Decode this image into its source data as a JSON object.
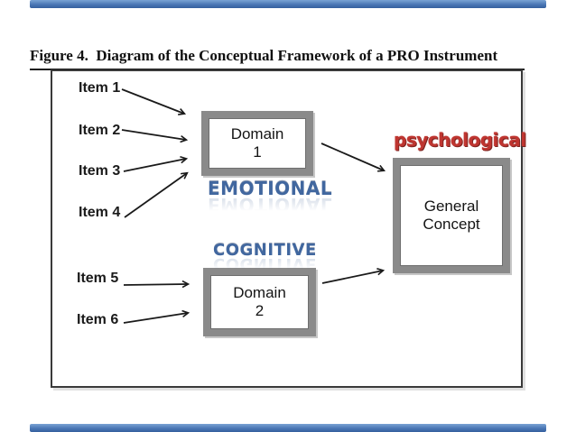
{
  "slide": {
    "accent_bar_color": "#4b77b5",
    "background_color": "#ffffff"
  },
  "figure": {
    "caption": "Figure 4.  Diagram of the Conceptual Framework of a PRO Instrument"
  },
  "diagram": {
    "items": [
      "Item 1",
      "Item 2",
      "Item 3",
      "Item 4",
      "Item 5",
      "Item 6"
    ],
    "domain1": {
      "line1": "Domain",
      "line2": "1"
    },
    "domain2": {
      "line1": "Domain",
      "line2": "2"
    },
    "general_concept": {
      "line1": "General",
      "line2": "Concept"
    },
    "wordart": {
      "emotional": "EMOTIONAL",
      "cognitive": "COGNITIVE",
      "psychological": "psychological",
      "blue_color": "#41679f",
      "red_color": "#bf3530"
    },
    "box_border_color": "#8a8a8a",
    "arrow_color": "#1a1a1a",
    "connections": [
      "Item 1 -> Domain 1",
      "Item 2 -> Domain 1",
      "Item 3 -> Domain 1",
      "Item 4 -> Domain 1",
      "Item 5 -> Domain 2",
      "Item 6 -> Domain 2",
      "Domain 1 -> General Concept",
      "Domain 2 -> General Concept"
    ]
  }
}
